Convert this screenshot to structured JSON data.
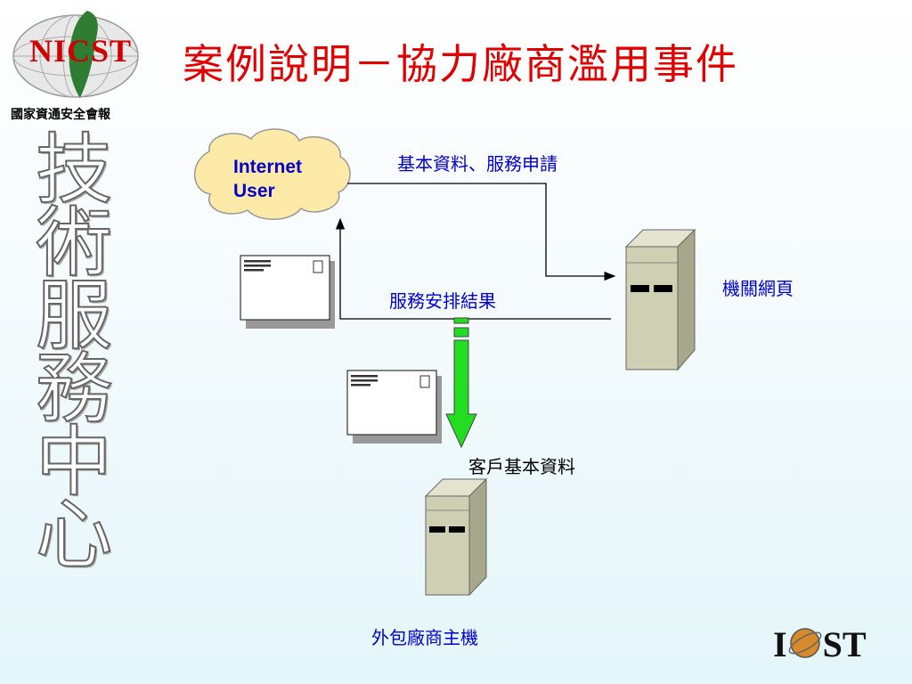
{
  "title": "案例說明－協力廠商濫用事件",
  "logo": {
    "text": "NICST",
    "subtitle": "國家資通安全會報"
  },
  "vertical_text": [
    "技",
    "術",
    "服",
    "務",
    "中",
    "心"
  ],
  "diagram": {
    "cloud_label_line1": "Internet",
    "cloud_label_line2": "User",
    "arrow_request": "基本資料、服務申請",
    "arrow_result": "服務安排結果",
    "server_main": "機關網頁",
    "arrow_leak": "客戶基本資料",
    "server_outsource": "外包廠商主機"
  },
  "footer_logo": {
    "left": "I",
    "right": "ST"
  },
  "colors": {
    "title": "#e00000",
    "label": "#0000cc",
    "arrow_green": "#22dd22",
    "cloud": "#fde9a8"
  }
}
